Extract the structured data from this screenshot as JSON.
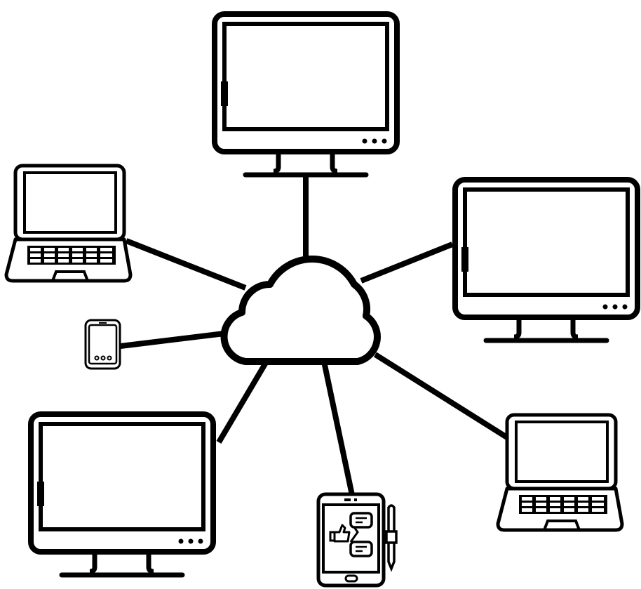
{
  "diagram": {
    "type": "cloud-network",
    "hub": {
      "icon": "cloud-icon"
    },
    "nodes": [
      {
        "icon": "desktop-monitor-icon",
        "position_word": "top"
      },
      {
        "icon": "laptop-icon",
        "position_word": "upper-left"
      },
      {
        "icon": "smartphone-icon",
        "position_word": "left"
      },
      {
        "icon": "desktop-monitor-icon",
        "position_word": "lower-left"
      },
      {
        "icon": "tablet-with-stylus-icon",
        "position_word": "bottom"
      },
      {
        "icon": "laptop-icon",
        "position_word": "lower-right"
      },
      {
        "icon": "desktop-monitor-icon",
        "position_word": "right"
      }
    ],
    "colors": {
      "stroke": "#000000",
      "background": "#ffffff"
    }
  }
}
